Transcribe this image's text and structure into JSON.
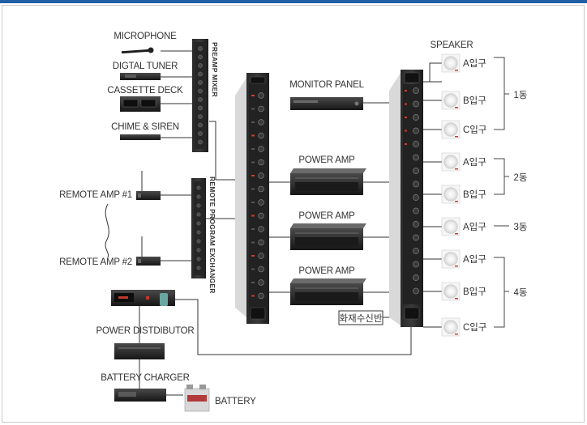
{
  "diagram": {
    "sources": {
      "microphone": "MICROPHONE",
      "digital_tuner": "DIGTAL TUNER",
      "cassette_deck": "CASSETTE DECK",
      "chime_siren": "CHIME & SIREN"
    },
    "remote": {
      "amp1": "REMOTE  AMP #1",
      "amp2": "REMOTE  AMP #2"
    },
    "rack_labels": {
      "preamp_mixer": "PREAMP MIXER",
      "remote_exchanger": "REMOTE PROGRAM EXCHANGER"
    },
    "amps": {
      "monitor_panel": "MONITOR PANEL",
      "power_amp_1": "POWER AMP",
      "power_amp_2": "POWER AMP",
      "power_amp_3": "POWER AMP"
    },
    "fire_panel": "화재수신반",
    "power": {
      "distributor": "POWER DISTDIBUTOR",
      "charger": "BATTERY CHARGER",
      "battery": "BATTERY"
    },
    "speakers": {
      "header": "SPEAKER",
      "items": [
        "A입구",
        "B입구",
        "C입구",
        "A입구",
        "B입구",
        "A입구",
        "A입구",
        "B입구",
        "C입구"
      ]
    },
    "buildings": [
      "1동",
      "2동",
      "3동",
      "4동"
    ]
  },
  "colors": {
    "rack_body": "#1b1b1b",
    "rack_face": "#2b2b2b",
    "knob": "#3c3c3c",
    "indicator_red": "#d23a2a",
    "speaker_gray": "#e6e6e6",
    "accent_blue": "#1f5fa8"
  }
}
